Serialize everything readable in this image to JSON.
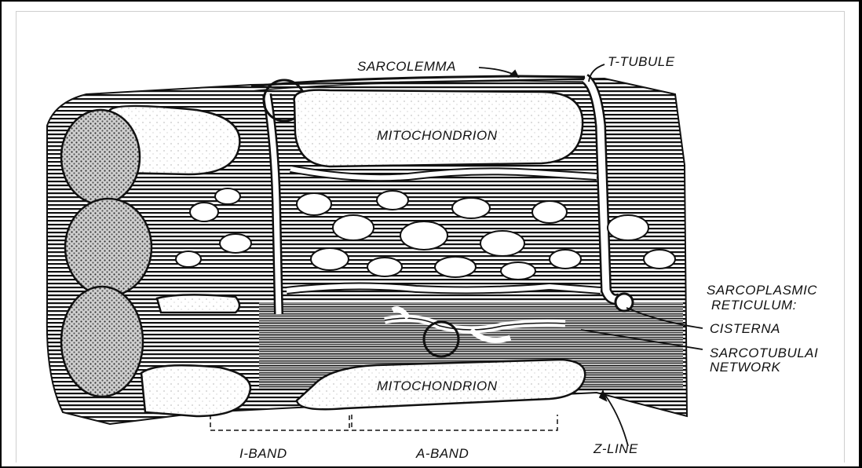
{
  "diagram": {
    "labels": {
      "sarcolemma": "SARCOLEMMA",
      "t_tubule": "T-TUBULE",
      "mitochondrion_top": "MITOCHONDRION",
      "mitochondrion_bottom": "MITOCHONDRION",
      "sr_line1": "SARCOPLASMIC",
      "sr_line2": "RETICULUM:",
      "cisterna": "CISTERNA",
      "sarcotubular_line1": "SARCOTUBULAI",
      "sarcotubular_line2": "NETWORK",
      "i_band": "I-BAND",
      "a_band": "A-BAND",
      "z_line": "Z-LINE"
    },
    "colors": {
      "ink": "#111111",
      "dark": "#1a1a1a",
      "paper": "#ffffff"
    }
  }
}
